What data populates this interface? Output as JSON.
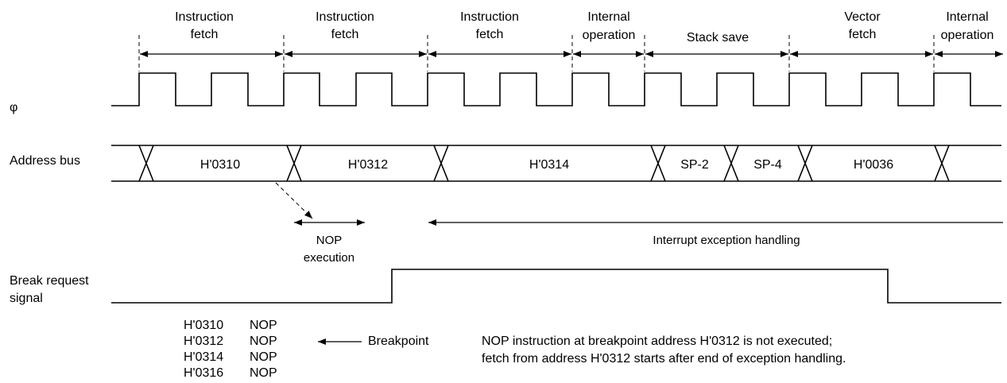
{
  "phases": [
    {
      "line1": "Instruction",
      "line2": "fetch"
    },
    {
      "line1": "Instruction",
      "line2": "fetch"
    },
    {
      "line1": "Instruction",
      "line2": "fetch"
    },
    {
      "line1": "Internal",
      "line2": "operation"
    },
    {
      "line1": "",
      "line2": "Stack save"
    },
    {
      "line1": "Vector",
      "line2": "fetch"
    },
    {
      "line1": "Internal",
      "line2": "operation"
    }
  ],
  "signals": {
    "clock": "φ",
    "address_bus": "Address bus",
    "break_request_line1": "Break request",
    "break_request_line2": "signal"
  },
  "address_values": [
    "H'0310",
    "H'0312",
    "H'0314",
    "SP-2",
    "SP-4",
    "H'0036"
  ],
  "annotations": {
    "nop_line1": "NOP",
    "nop_line2": "execution",
    "interrupt": "Interrupt exception handling",
    "breakpoint": "Breakpoint"
  },
  "code_listing": [
    {
      "address": "H'0310",
      "instruction": "NOP"
    },
    {
      "address": "H'0312",
      "instruction": "NOP"
    },
    {
      "address": "H'0314",
      "instruction": "NOP"
    },
    {
      "address": "H'0316",
      "instruction": "NOP"
    }
  ],
  "note": {
    "line1": "NOP instruction at breakpoint address H'0312 is not executed;",
    "line2": "fetch from address H'0312 starts after end of exception handling."
  }
}
